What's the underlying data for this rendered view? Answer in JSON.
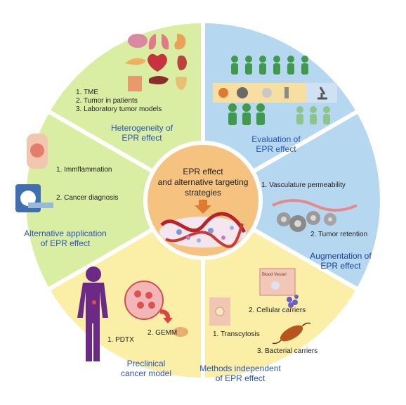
{
  "center": {
    "line1": "EPR effect",
    "line2": "and alternative targeting",
    "line3": "strategies"
  },
  "segments": {
    "heterogeneity": {
      "title1": "Heterogeneity of",
      "title2": "EPR effect",
      "items": [
        "1. TME",
        "2. Tumor in patients",
        "3. Laboratory tumor models"
      ]
    },
    "evaluation": {
      "title1": "Evaluation of",
      "title2": "EPR effect"
    },
    "augmentation": {
      "title1": "Augmentation of",
      "title2": "EPR effect",
      "items": [
        "1. Vasculature permeability",
        "2. Tumor retention"
      ]
    },
    "independent": {
      "title1": "Methods independent",
      "title2": "of EPR effect",
      "items": [
        "1. Transcytosis",
        "2. Cellular carriers",
        "3. Bacterial carriers"
      ],
      "vessel_label": "Blood Vessel"
    },
    "preclinical": {
      "title1": "Preclinical",
      "title2": "cancer model",
      "items": [
        "1. PDTX",
        "2. GEMM"
      ]
    },
    "alternative": {
      "title1": "Alternative application",
      "title2": "of EPR effect",
      "items": [
        "1. Immflammation",
        "2. Cancer diagnosis"
      ]
    }
  },
  "colors": {
    "green": "#d9eda3",
    "blue": "#b5d7ef",
    "yellow": "#fbeea6",
    "center": "#f6c27f",
    "title_text": "#2a55b8"
  },
  "icons": [
    "brain-icon",
    "lungs-icon",
    "stomach-icon",
    "pancreas-icon",
    "heart-icon",
    "kidney-icon",
    "intestine-icon",
    "liver-icon",
    "bladder-icon",
    "person-icon",
    "microscope-icon",
    "mouse-icon",
    "bacterium-icon",
    "knee-joint-icon",
    "scanner-icon",
    "arrow-down-icon"
  ]
}
